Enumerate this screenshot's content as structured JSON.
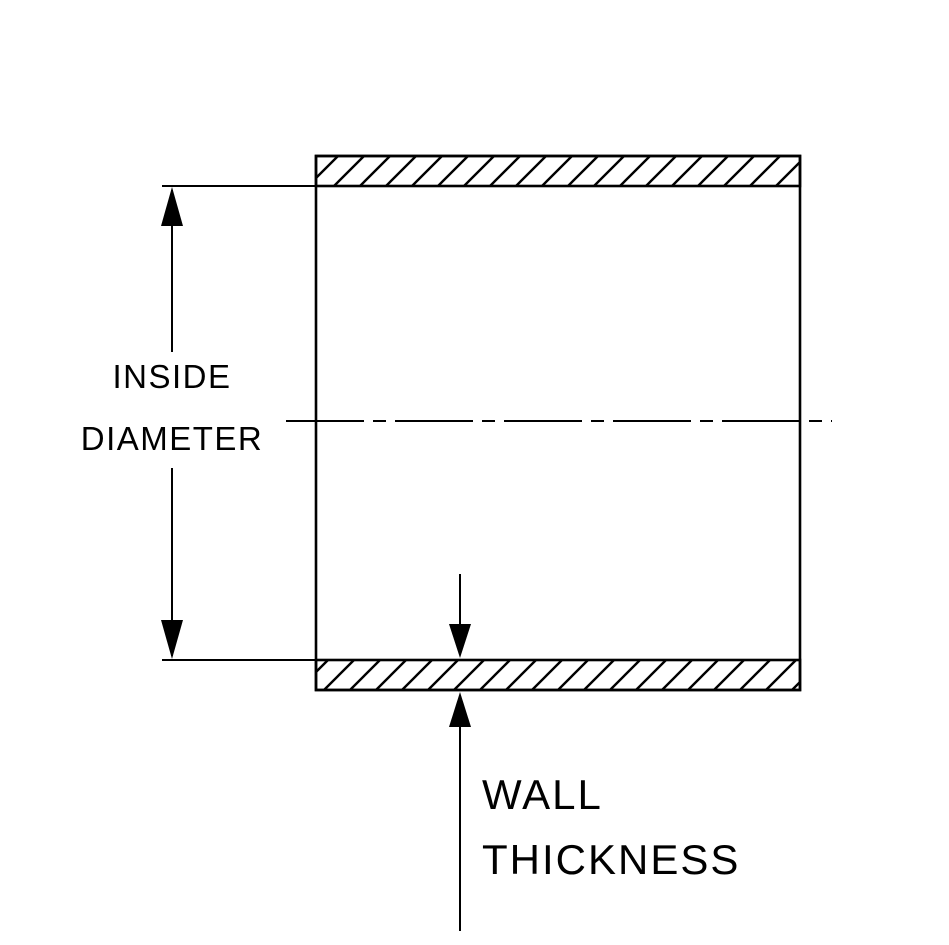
{
  "diagram": {
    "title": "tube cross-section dimension drawing",
    "labels": {
      "inside_diameter_line1": "INSIDE",
      "inside_diameter_line2": "DIAMETER",
      "wall_thickness_line1": "WALL",
      "wall_thickness_line2": "THICKNESS"
    },
    "colors": {
      "line": "#000000",
      "background": "#ffffff"
    }
  }
}
